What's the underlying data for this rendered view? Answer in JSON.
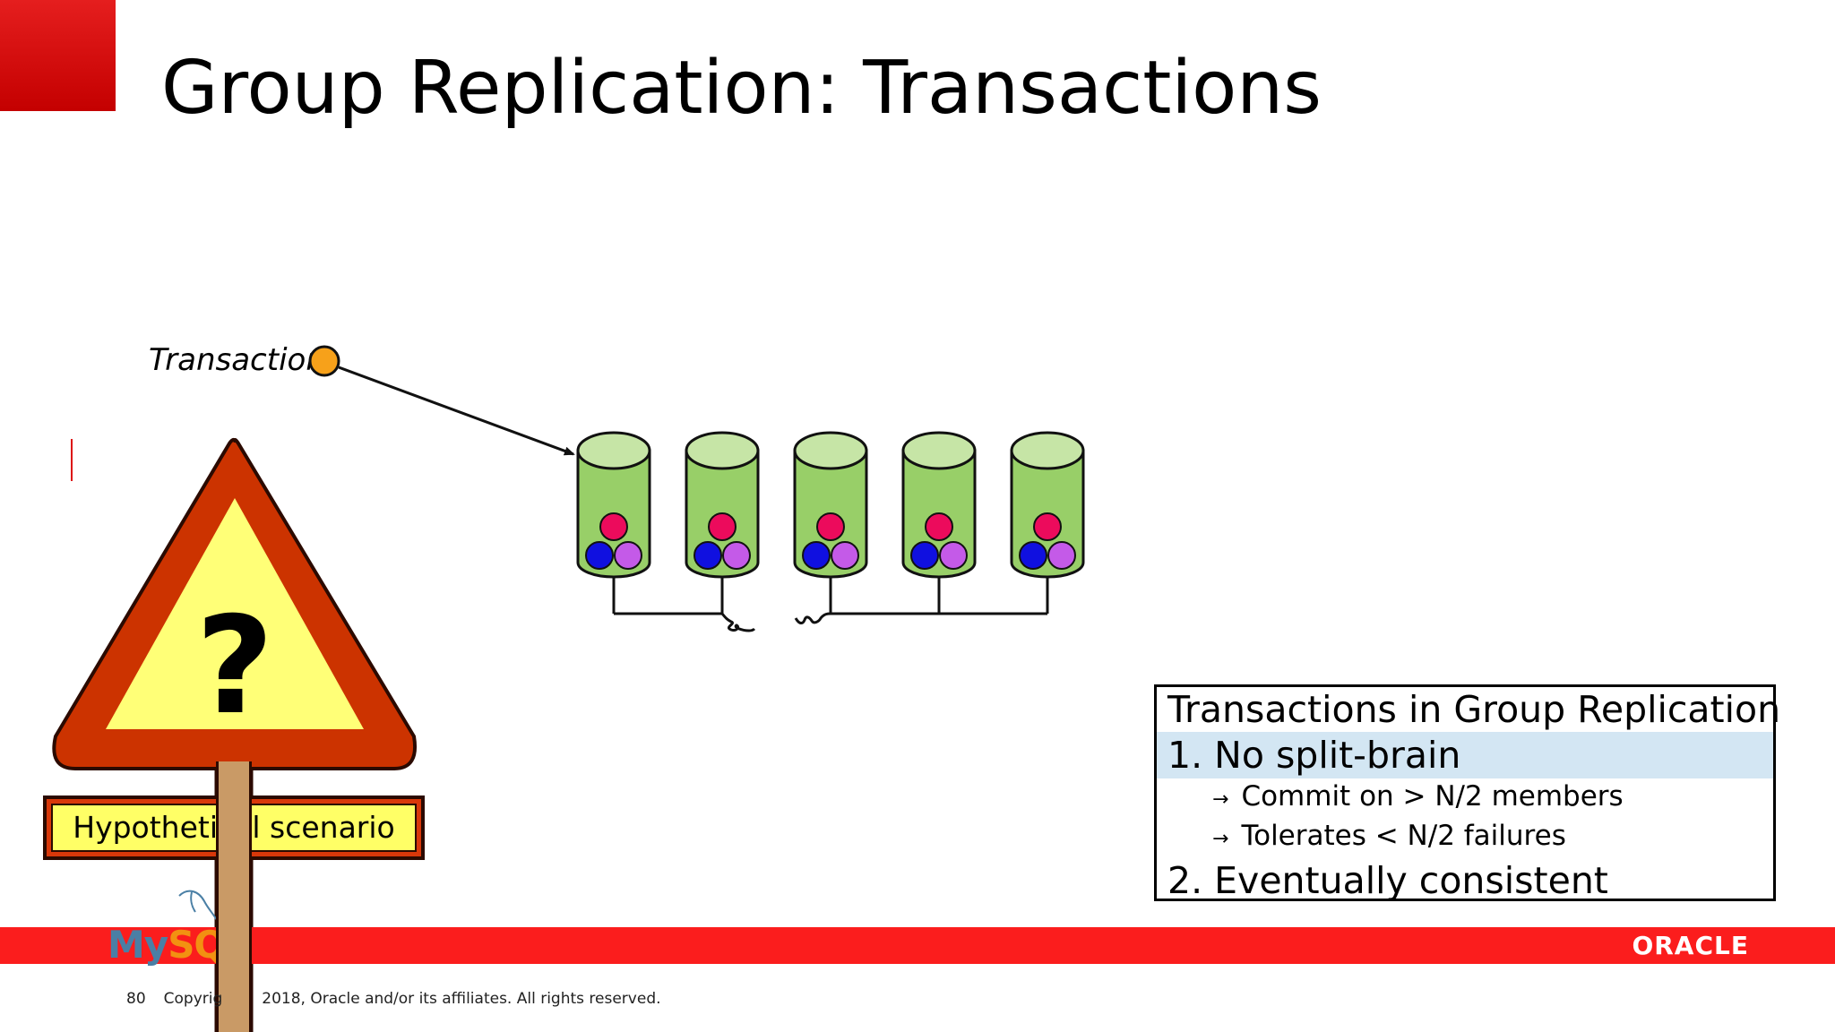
{
  "slide": {
    "title": "Group Replication: Transactions",
    "page_number": "80",
    "copyright_left": "Copyrig",
    "copyright_right": "2018, Oracle and/or its affiliates. All rights reserved."
  },
  "diagram": {
    "transaction_label": "Transaction",
    "server_count": 5,
    "question_mark": "?",
    "sign_label": "Hypothetical scenario"
  },
  "info_box": {
    "title": "Transactions in Group Replication",
    "item1": "1. No split-brain",
    "sub1": "Commit on > N/2 members",
    "sub2": "Tolerates < N/2 failures",
    "item2": "2. Eventually consistent",
    "arrow": "→"
  },
  "logos": {
    "oracle": "ORACLE",
    "mysql_my": "My",
    "mysql_sql": "SQL"
  },
  "colors": {
    "brand_red": "#fb1d1d",
    "cylinder_body": "#98cf68",
    "cylinder_top": "#c6e5a6",
    "dot_red": "#ec0b5c",
    "dot_blue": "#1010e0",
    "dot_purple": "#c45ae8",
    "transaction_dot": "#f7a11a",
    "sign_red": "#cc3300",
    "sign_yellow": "#ffff77",
    "post": "#c99a66",
    "highlight": "#d3e6f3"
  }
}
